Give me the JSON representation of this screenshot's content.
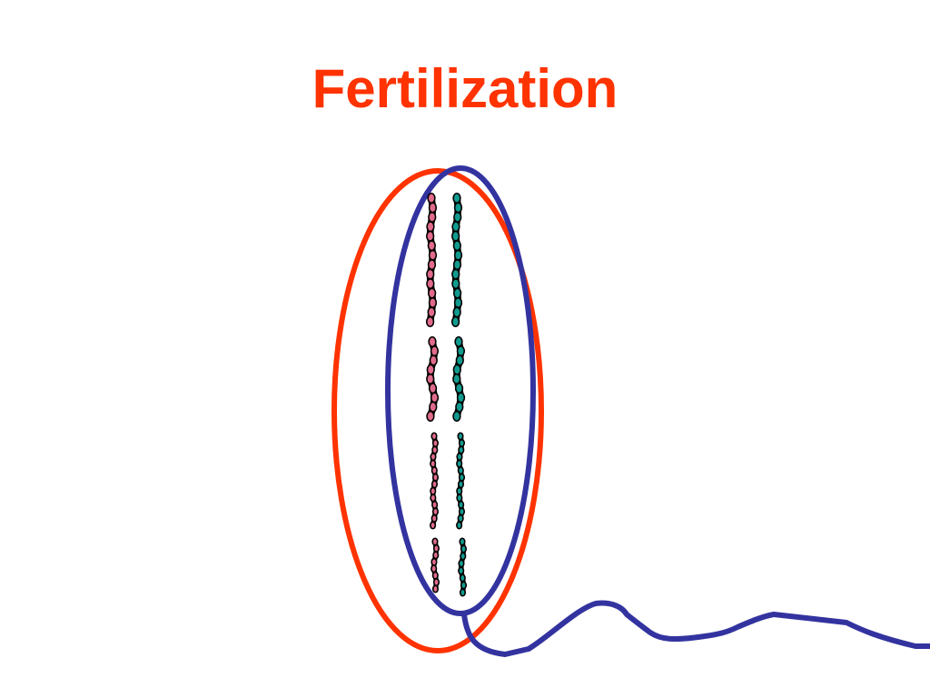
{
  "slide": {
    "title": "Fertilization"
  },
  "colors": {
    "title": "#ff3300",
    "egg_outline": "#ff3300",
    "sperm_outline": "#3333a0",
    "maternal_chromosome_fill": "#e06a8a",
    "paternal_chromosome_fill": "#119a8e",
    "chromosome_outline": "#000000"
  },
  "icons": {
    "egg": "egg-cell-outline",
    "sperm": "sperm-cell-outline",
    "sperm_tail": "flagellum-tail"
  }
}
